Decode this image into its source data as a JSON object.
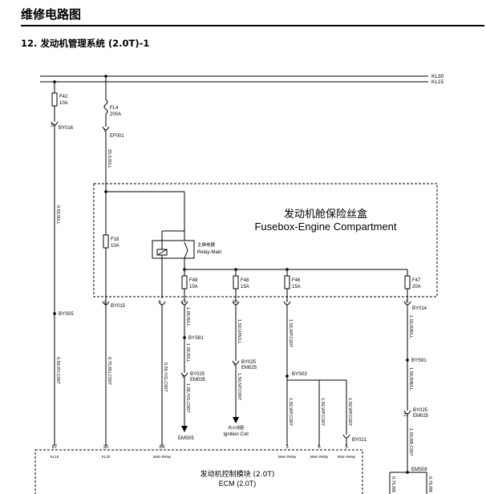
{
  "header": {
    "title": "维修电路图",
    "subtitle": "12. 发动机管理系统 (2.0T)-1"
  },
  "buses": {
    "kl30": "KL30",
    "kl15": "KL15"
  },
  "fuses": {
    "f42": {
      "name": "F42",
      "rating": "10A"
    },
    "fl4": {
      "name": "FL4",
      "rating": "200A"
    },
    "f18": {
      "name": "F18",
      "rating": "10A"
    },
    "f49": {
      "name": "F49",
      "rating": "10A"
    },
    "f48": {
      "name": "F48",
      "rating": "15A"
    },
    "f46": {
      "name": "F46",
      "rating": "15A"
    },
    "f47": {
      "name": "F47",
      "rating": "20A"
    }
  },
  "fusebox": {
    "title_cn": "发动机舱保险丝盒",
    "title_en": "Fusebox-Engine Compartment"
  },
  "relay": {
    "label_cn": "主继电器",
    "label_en": "Relay-Main"
  },
  "connectors": {
    "by016": "BY016",
    "ef001": "EF001",
    "by015": "BY015",
    "by014": "BY014",
    "bys05": "BYS05",
    "bys81": "BYS81",
    "by025a": "BY025",
    "em035": "EM035",
    "by025b": "BY025",
    "em025a": "EM025",
    "bys03": "BYS03",
    "bys91": "BYS91",
    "by025c": "BY025",
    "em025b": "EM025",
    "ems05": "EMS05",
    "by021": "BY021",
    "ems08": "EMS08"
  },
  "pins": {
    "p15": "15",
    "p1": "1",
    "p2": "2",
    "p6": "6",
    "p19": "19",
    "p20": "20",
    "p7": "7",
    "p8": "8",
    "p2b": "2",
    "p1b": "1",
    "p21": "21",
    "p5": "5"
  },
  "wires": {
    "w1": "0.50,R/LL",
    "w2": "0.50,RY,C007",
    "w3": "25.0,R/LL",
    "w4": "0.75,RU,C007",
    "w5": "0.50,Y/G,C007",
    "w6": "1.00,R/LL",
    "w7": "1.00,R/LL",
    "w8": "1.00,Y/G,C007",
    "w9": "1.50,U/W/LL",
    "w10": "1.50,NP,C007",
    "w11": "1.50,WP,C007",
    "w12": "1.50,WP,C007",
    "w13": "1.50,WP,C007",
    "w14": "1.50,WP,C007",
    "w15": "1.50,R/B/LL",
    "w16": "1.50,R/B/LL",
    "w17": "1.50,RB,C007",
    "w18": "0.75,RB",
    "w19": "0.75,RB"
  },
  "ignition_coil": {
    "label_cn": "点火线圈",
    "label_en": "Ignition Coil"
  },
  "ecm": {
    "title_cn": "发动机控制模块 (2.0T)",
    "title_en": "ECM (2.0T)",
    "pins": [
      {
        "num": "87",
        "desc": "KL15"
      },
      {
        "num": "30",
        "desc": "KL30"
      },
      {
        "num": "69",
        "desc": "Main Relay"
      },
      {
        "num": "3",
        "desc": "Main Relay"
      },
      {
        "num": "6",
        "desc": "Main Relay"
      },
      {
        "num": "5",
        "desc": "Main Relay"
      }
    ]
  }
}
